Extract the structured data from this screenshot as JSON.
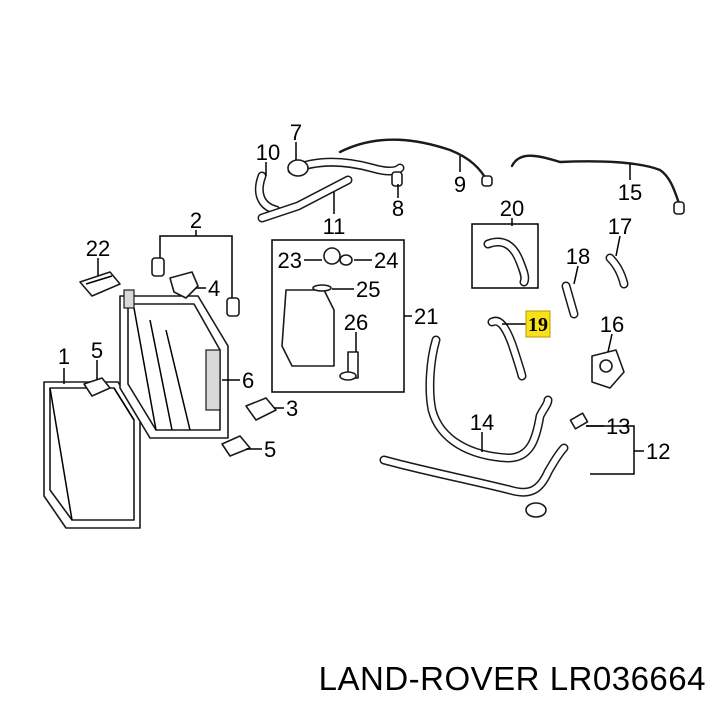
{
  "caption": {
    "brand": "LAND-ROVER",
    "part_number": "LR036664"
  },
  "highlight": {
    "label": "19",
    "color": "#f7e11a"
  },
  "callouts": {
    "c1": "1",
    "c2": "2",
    "c3": "3",
    "c4": "4",
    "c5a": "5",
    "c5b": "5",
    "c6": "6",
    "c7": "7",
    "c8": "8",
    "c9": "9",
    "c10": "10",
    "c11": "11",
    "c12": "12",
    "c13": "13",
    "c14": "14",
    "c15": "15",
    "c16": "16",
    "c17": "17",
    "c18": "18",
    "c20": "20",
    "c21": "21",
    "c22": "22",
    "c23": "23",
    "c24": "24",
    "c25": "25",
    "c26": "26"
  }
}
